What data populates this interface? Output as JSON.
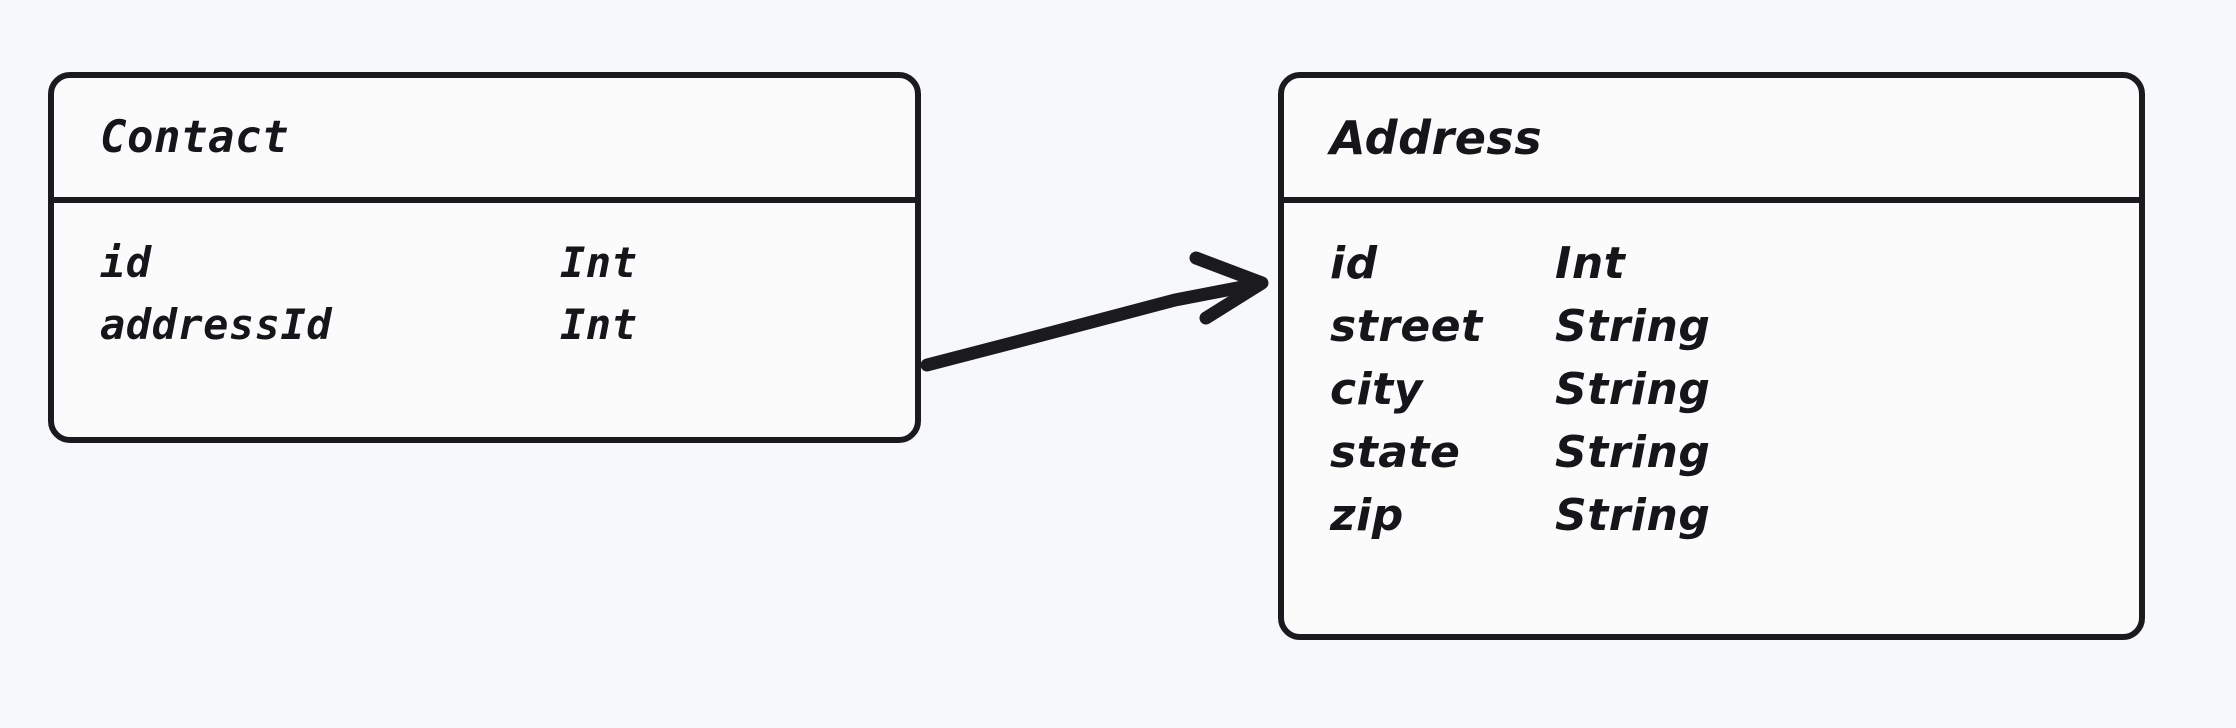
{
  "diagram": {
    "type": "entity-relationship-diagram",
    "background_color": "#f7f8fa",
    "stroke_color": "#1b1b1f",
    "fill_color": "#fbfbfc",
    "style": "hand-drawn"
  },
  "entities": [
    {
      "id": "contact",
      "title": "Contact",
      "fields": [
        {
          "name": "id",
          "type": "Int"
        },
        {
          "name": "addressId",
          "type": "Int"
        }
      ]
    },
    {
      "id": "address",
      "title": "Address",
      "fields": [
        {
          "name": "id",
          "type": "Int"
        },
        {
          "name": "street",
          "type": "String"
        },
        {
          "name": "city",
          "type": "String"
        },
        {
          "name": "state",
          "type": "String"
        },
        {
          "name": "zip",
          "type": "String"
        }
      ]
    }
  ],
  "relationships": [
    {
      "id": "contact-to-address",
      "from": "contact",
      "to": "address",
      "marker": "arrowhead-end",
      "label": ""
    }
  ]
}
